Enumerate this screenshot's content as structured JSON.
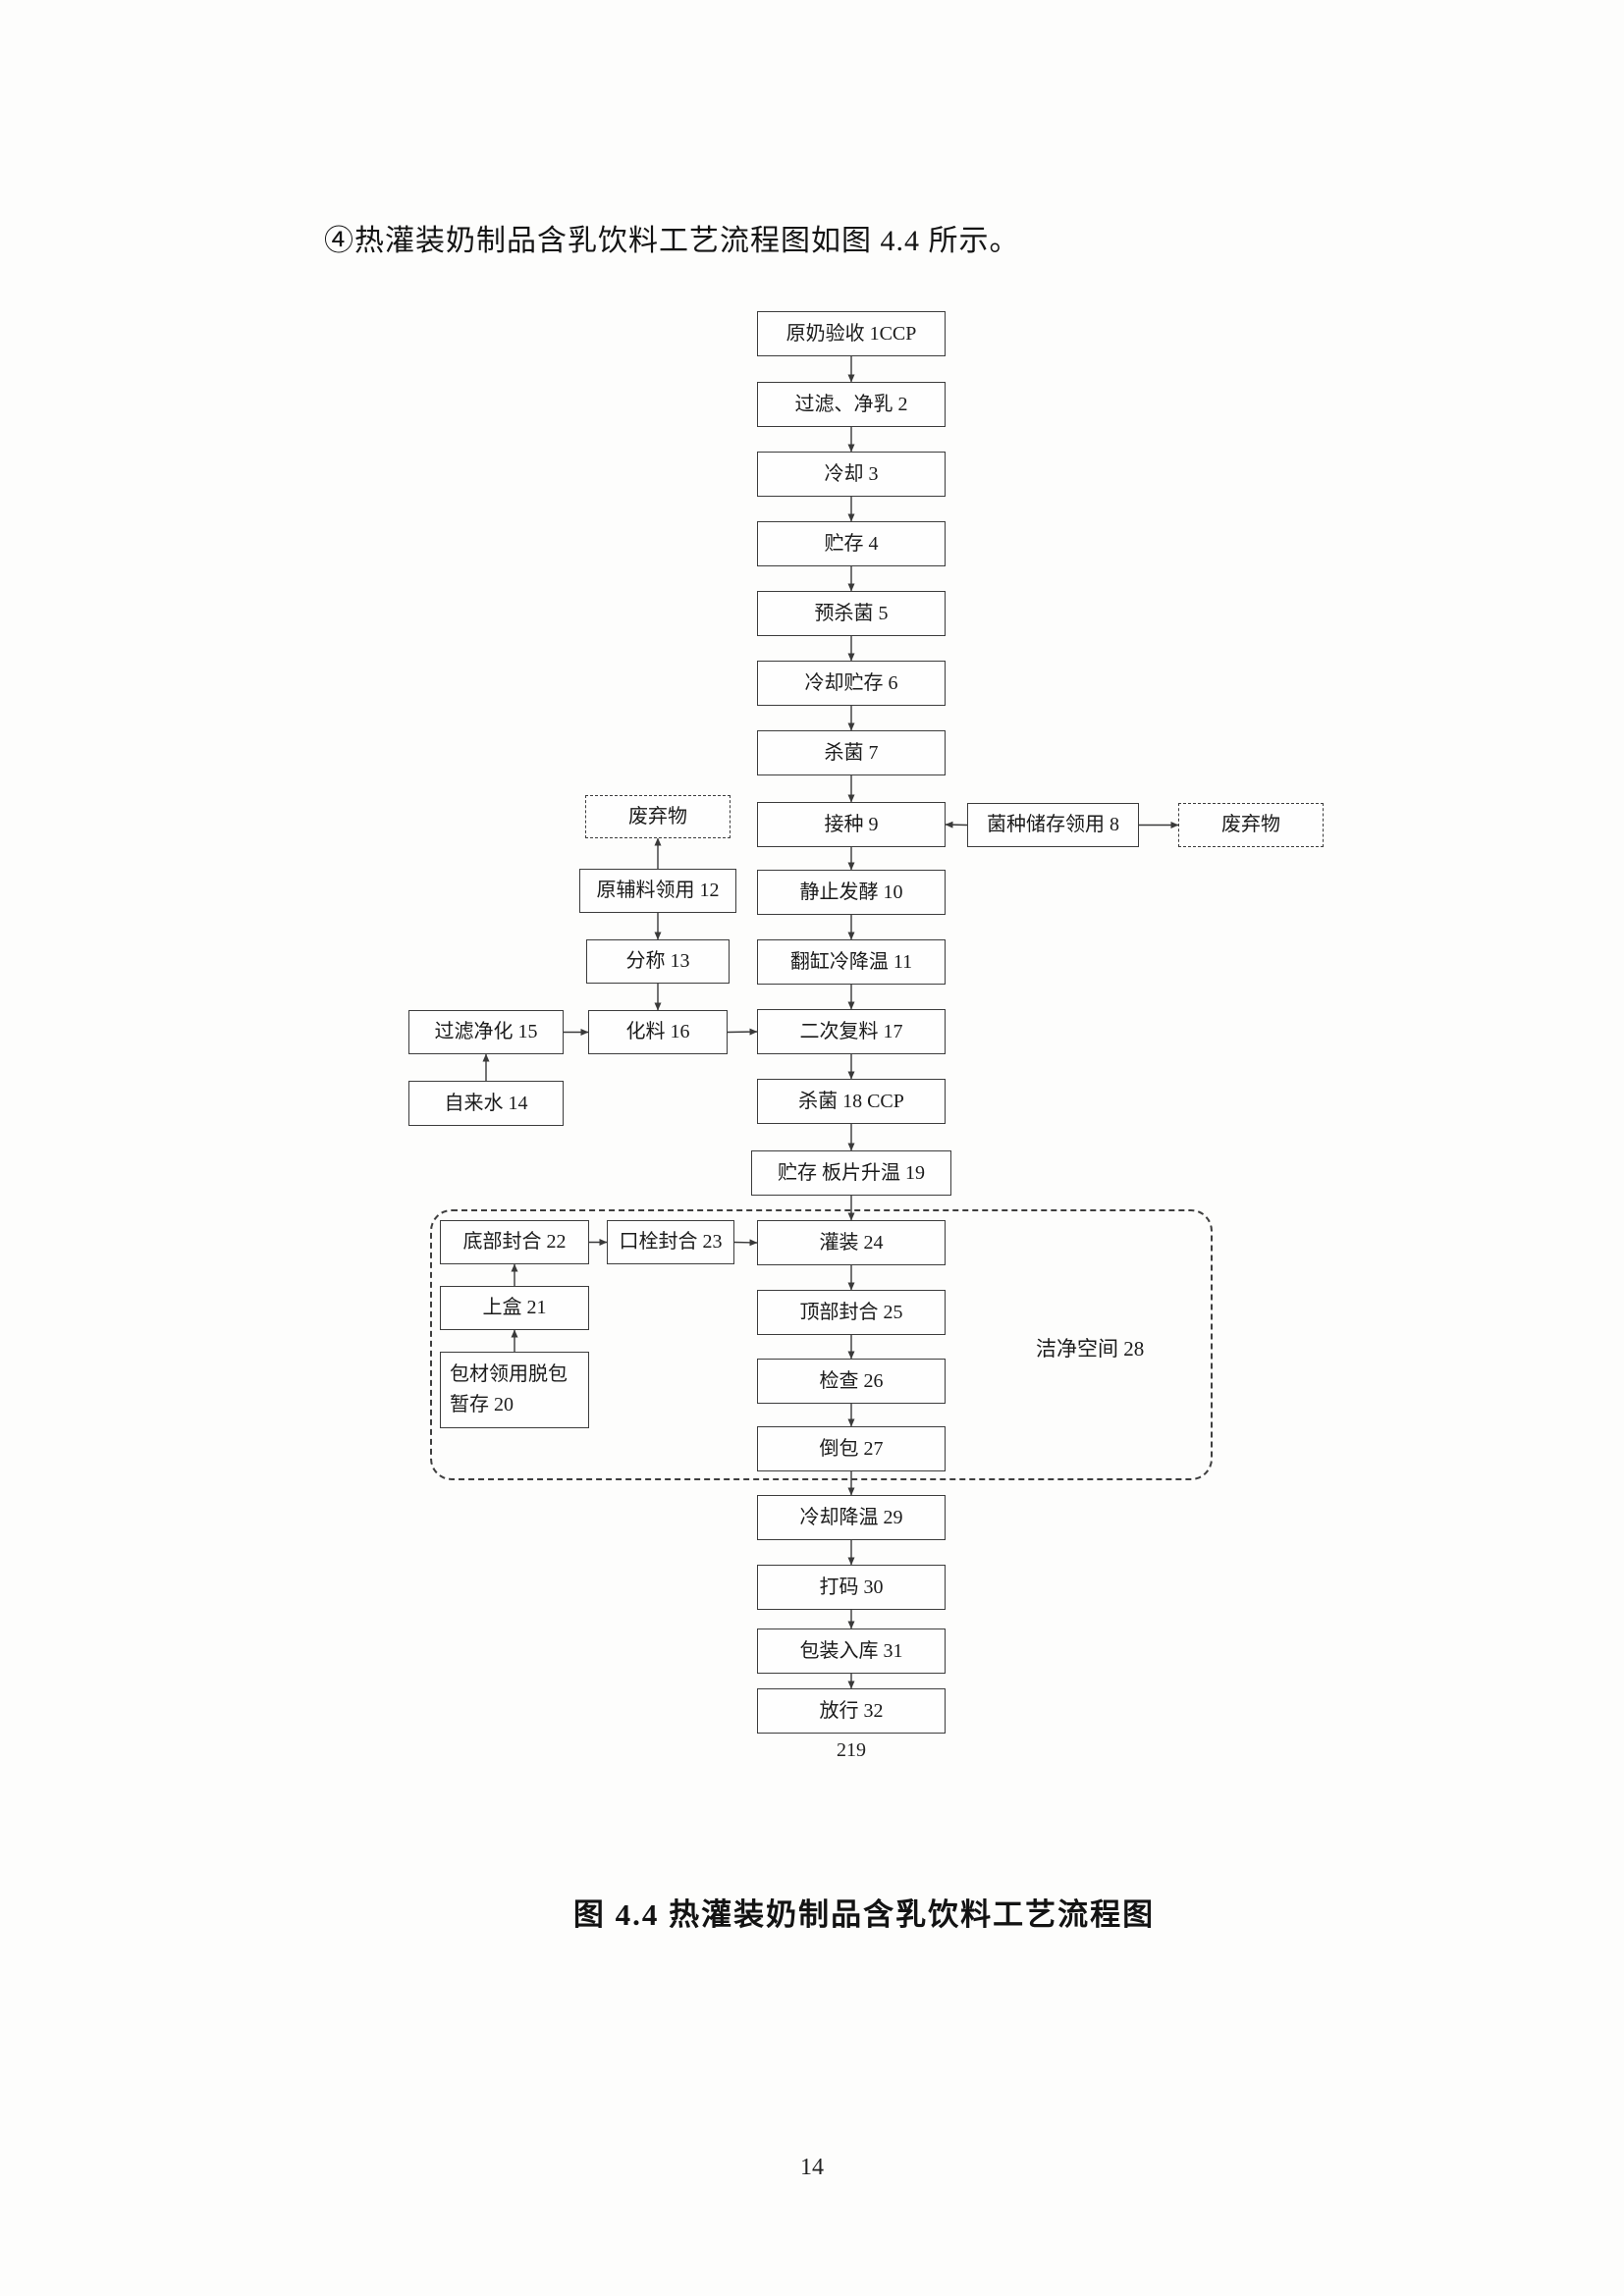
{
  "document": {
    "intro": "④热灌装奶制品含乳饮料工艺流程图如图 4.4 所示。",
    "figure_caption": "图 4.4   热灌装奶制品含乳饮料工艺流程图",
    "page_number": "14"
  },
  "flowchart": {
    "footnote": "219",
    "clean_room": "洁净空间 28",
    "main": [
      "原奶验收 1CCP",
      "过滤、净乳 2",
      "冷却 3",
      "贮存 4",
      "预杀菌 5",
      "冷却贮存 6",
      "杀菌 7",
      "接种 9",
      "静止发酵 10",
      "翻缸冷降温 11",
      "二次复料 17",
      "杀菌 18 CCP",
      "贮存 板片升温 19",
      "灌装 24",
      "顶部封合 25",
      "检查 26",
      "倒包 27",
      "冷却降温 29",
      "打码 30",
      "包装入库 31",
      "放行 32"
    ],
    "side": {
      "waste_left": "废弃物",
      "raw_material": "原辅料领用 12",
      "weighing": "分称 13",
      "mixing": "化料 16",
      "filtration": "过滤净化 15",
      "tap_water": "自来水 14",
      "culture_storage": "菌种储存领用 8",
      "waste_right": "废弃物",
      "bottom_seal": "底部封合 22",
      "spout_seal": "口栓封合 23",
      "carton_forming": "上盒 21",
      "packaging_material": "包材领用脱包暂存 20"
    }
  }
}
